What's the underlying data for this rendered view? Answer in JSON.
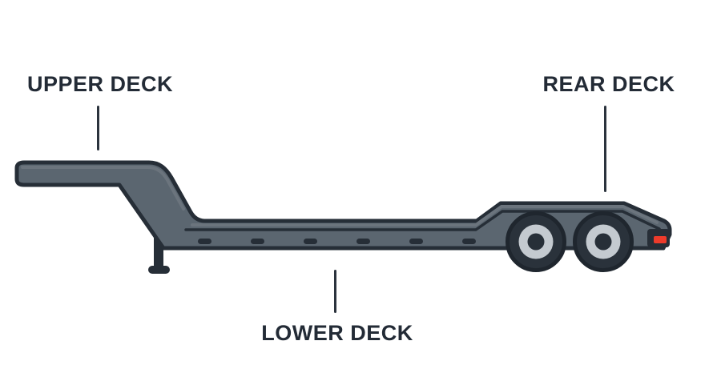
{
  "diagram": {
    "labels": {
      "upper_deck": "UPPER DECK",
      "rear_deck": "REAR DECK",
      "lower_deck": "LOWER DECK"
    }
  },
  "colors": {
    "background": "#ffffff",
    "label-text": "#232b36",
    "leader-line": "#2b333d",
    "outline": "#262e37",
    "body": "#5b6670",
    "body-highlight": "#6b747d",
    "tire": "#2a323b",
    "tire-outline": "#1f262e",
    "rim": "#c4cad0",
    "hub": "#272f38",
    "bumper": "#272e37",
    "tail-light": "#ee3b2b"
  }
}
